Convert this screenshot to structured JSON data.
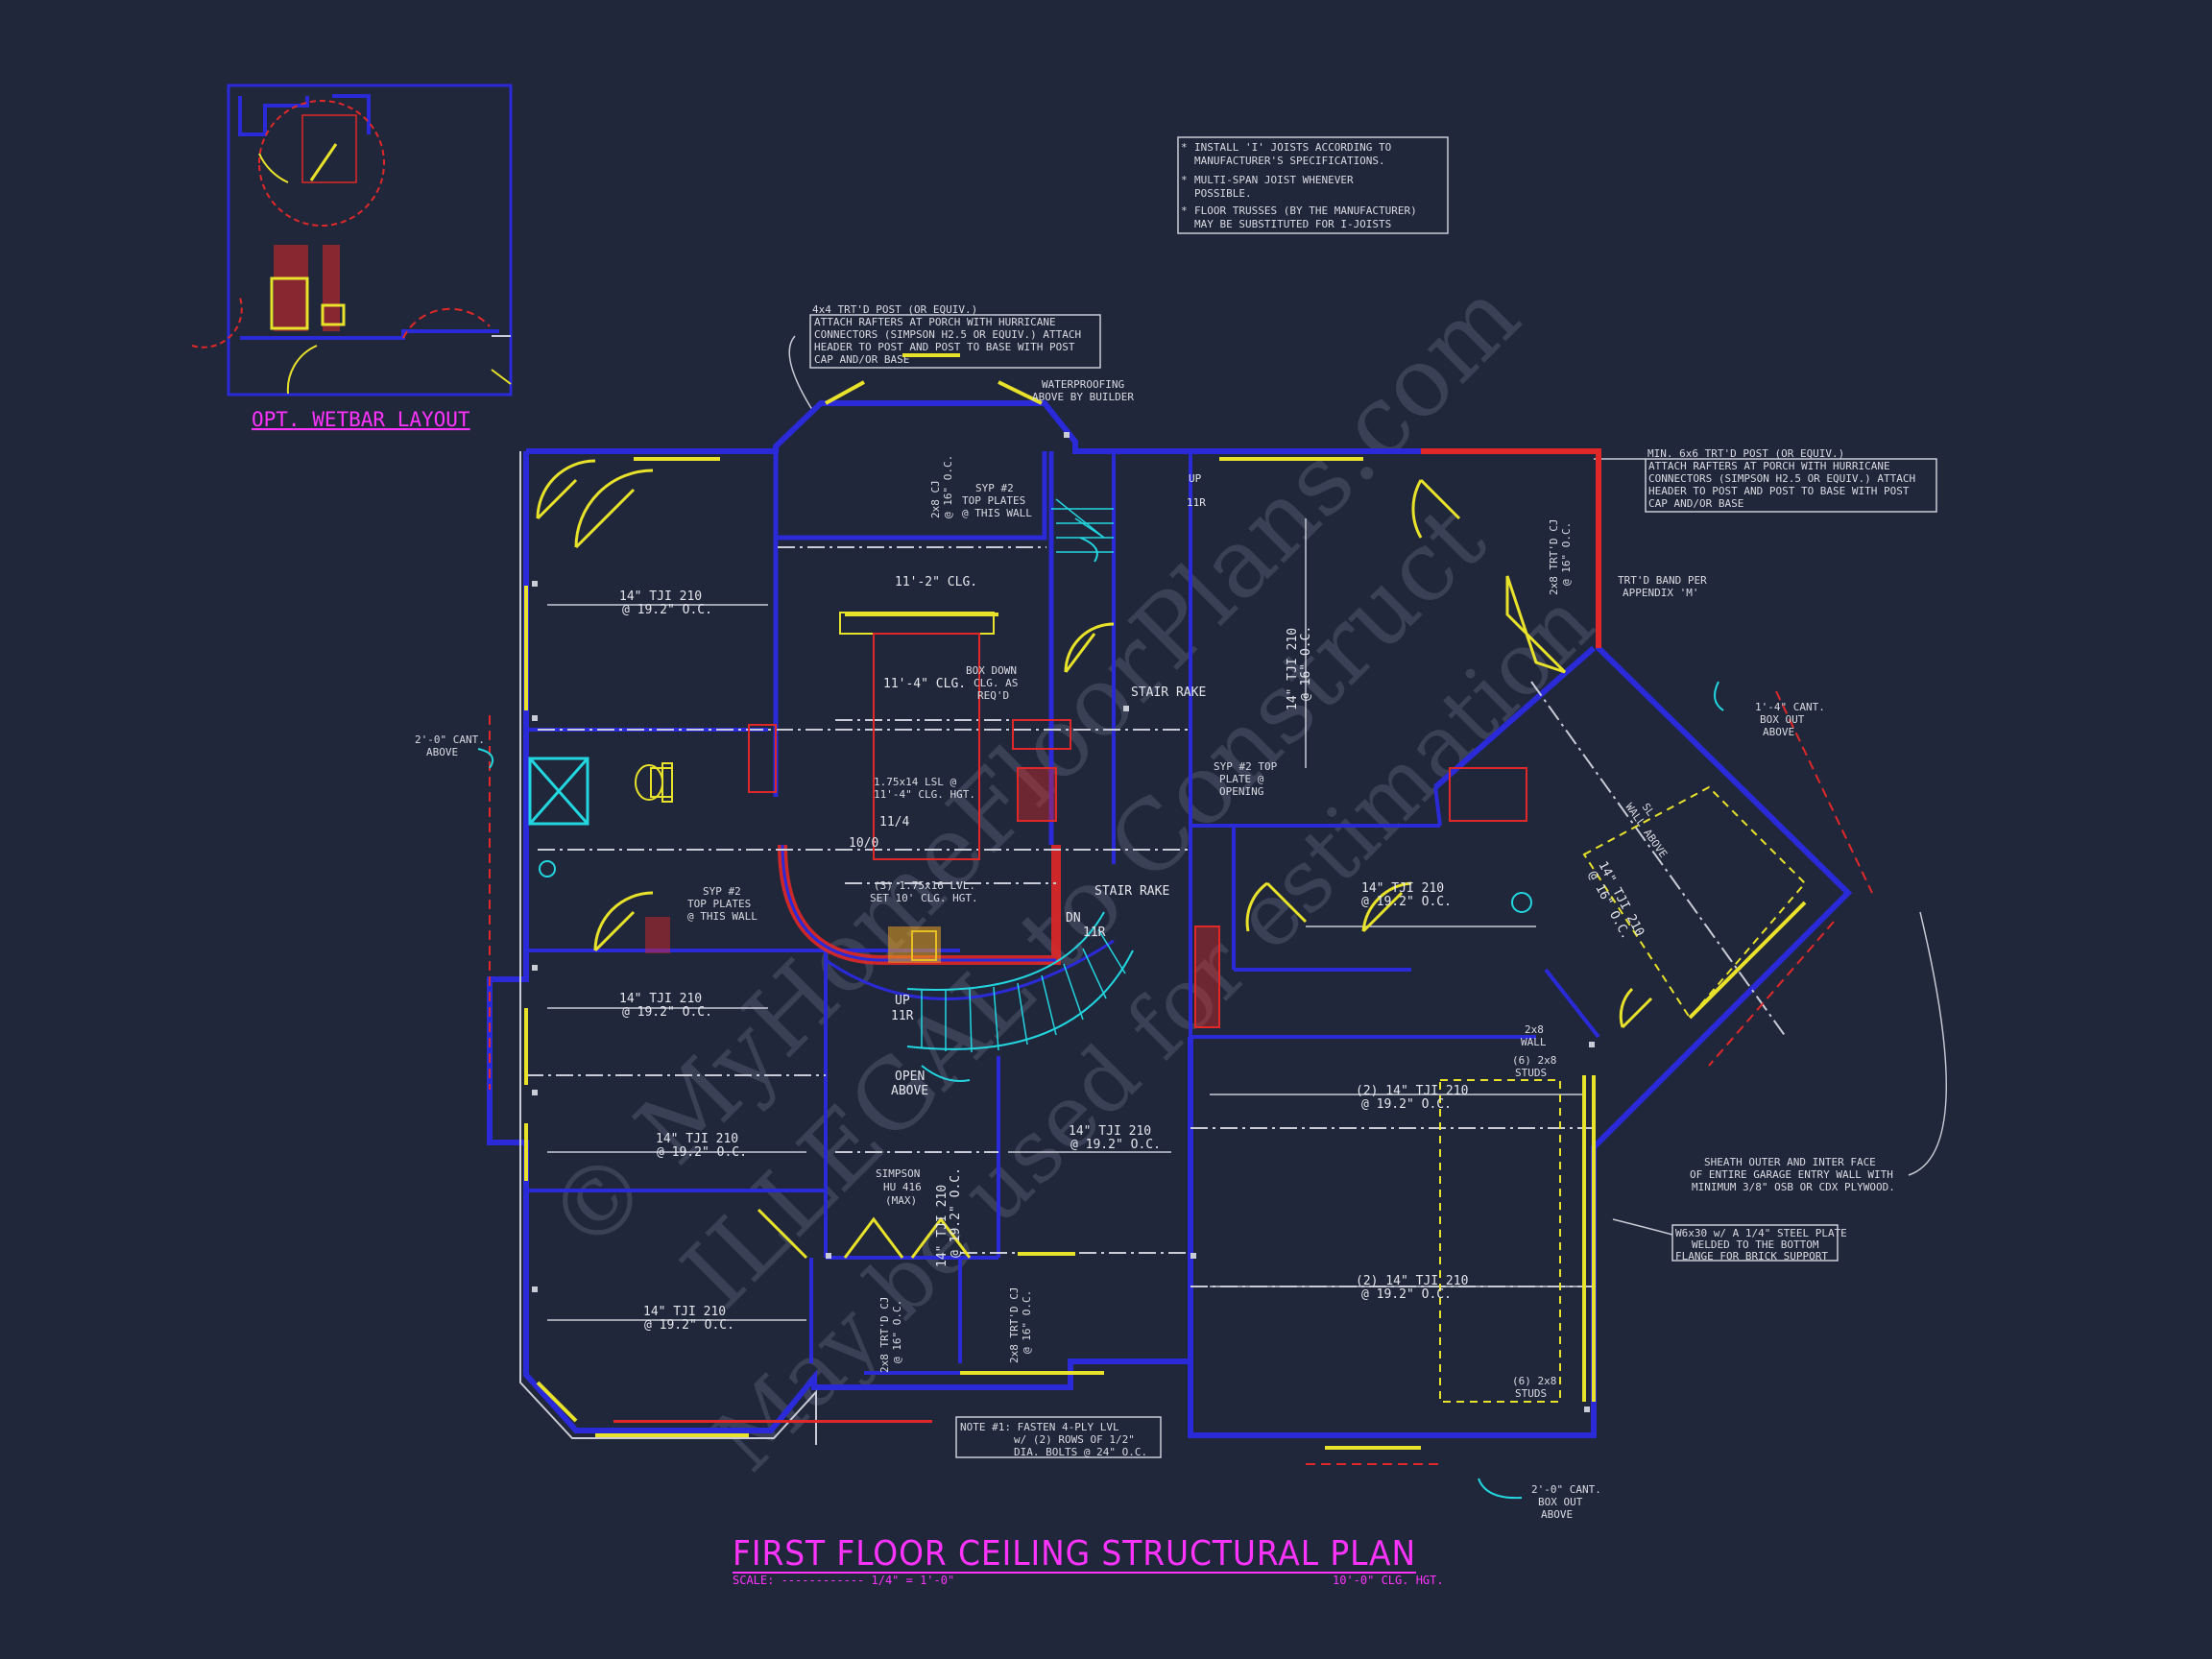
{
  "title": "FIRST FLOOR CEILING STRUCTURAL PLAN",
  "scale_text": "SCALE: ------------ 1/4\" = 1'-0\"",
  "ceiling_height_text": "10'-0\" CLG. HGT.",
  "wetbar_title": "OPT. WETBAR LAYOUT",
  "general_notes": [
    "INSTALL 'I' JOISTS ACCORDING TO",
    "MANUFACTURER'S SPECIFICATIONS.",
    "MULTI-SPAN JOIST WHENEVER",
    "POSSIBLE.",
    "FLOOR TRUSSES (BY THE MANUFACTURER)",
    "MAY BE SUBSTITUTED FOR I-JOISTS"
  ],
  "porch_note_left": [
    "4x4 TRT'D POST (OR EQUIV.)",
    "ATTACH RAFTERS AT PORCH WITH HURRICANE",
    "CONNECTORS (SIMPSON H2.5 OR EQUIV.) ATTACH",
    "HEADER TO POST AND POST TO BASE WITH POST",
    "CAP AND/OR BASE"
  ],
  "porch_note_right": [
    "MIN. 6x6 TRT'D POST (OR EQUIV.)",
    "ATTACH RAFTERS AT PORCH WITH HURRICANE",
    "CONNECTORS (SIMPSON H2.5 OR EQUIV.) ATTACH",
    "HEADER TO POST AND POST TO BASE WITH POST",
    "CAP AND/OR BASE"
  ],
  "note1": [
    "NOTE #1: FASTEN 4-PLY LVL",
    "w/ (2) ROWS OF 1/2\"",
    "DIA. BOLTS @ 24\" O.C."
  ],
  "sheath_note": [
    "SHEATH OUTER AND INTER FACE",
    "OF ENTIRE GARAGE ENTRY WALL WITH",
    "MINIMUM 3/8\" OSB OR CDX PLYWOOD."
  ],
  "steel_note": [
    "W6x30 w/ A 1/4\" STEEL PLATE",
    "WELDED TO THE BOTTOM",
    "FLANGE FOR BRICK SUPPORT"
  ],
  "labels": {
    "waterproofing": [
      "WATERPROOFING",
      "ABOVE BY BUILDER"
    ],
    "trtd_band": [
      "TRT'D BAND PER",
      "APPENDIX 'M'"
    ],
    "cant_right": [
      "1'-4\" CANT.",
      "BOX OUT",
      "ABOVE"
    ],
    "cant_left": [
      "2'-0\" CANT.",
      "ABOVE"
    ],
    "cant_bottom": [
      "2'-0\" CANT.",
      "BOX OUT",
      "ABOVE"
    ],
    "clg_1": "11'-2\" CLG.",
    "clg_2": "11'-4\" CLG.",
    "box_down": [
      "BOX DOWN",
      "CLG. AS",
      "REQ'D"
    ],
    "stair_rake_1": "STAIR RAKE",
    "stair_rake_2": "STAIR RAKE",
    "syp_top_plate": [
      "SYP #2 TOP",
      "PLATE @",
      "OPENING"
    ],
    "syp_top_plates_1": [
      "SYP #2",
      "TOP PLATES",
      "@ THIS WALL"
    ],
    "syp_top_plates_2": [
      "SYP #2",
      "TOP PLATES",
      "@ THIS WALL"
    ],
    "open_above": [
      "OPEN",
      "ABOVE"
    ],
    "up_1": [
      "UP",
      "11R"
    ],
    "up_2": [
      "UP",
      "11R"
    ],
    "dn": [
      "DN",
      "11R"
    ],
    "studs_1": [
      "(6) 2x8",
      "STUDS"
    ],
    "studs_2": [
      "(6) 2x8",
      "STUDS"
    ],
    "wall_2x8": [
      "2x8",
      "WALL"
    ],
    "lvl_1": [
      "(3) 1.75x16 LVL.",
      "SET 10' CLG. HGT."
    ],
    "lsl": [
      "1.75x14 LSL @",
      "11'-4\" CLG. HGT."
    ],
    "simpson": [
      "SIMPSON",
      "HU 416",
      "(MAX)"
    ],
    "wall_above": [
      "SL",
      "WALL ABOVE"
    ],
    "num_1010": "10/0",
    "num_114": "11/4"
  },
  "joist_labels": [
    [
      "14\" TJI 210",
      "@ 19.2\" O.C."
    ],
    [
      "14\" TJI 210",
      "@ 16\" O.C."
    ],
    [
      "14\" TJI 210",
      "@ 19.2\" O.C."
    ],
    [
      "14\" TJI 210",
      "@ 19.2\" O.C."
    ],
    [
      "14\" TJI 210",
      "@ 19.2\" O.C."
    ],
    [
      "14\" TJI 210",
      "@ 19.2\" O.C."
    ],
    [
      "14\" TJI 210",
      "@ 19.2\" O.C."
    ],
    [
      "(2) 14\" TJI 210",
      "@ 19.2\" O.C."
    ],
    [
      "(2) 14\" TJI 210",
      "@ 19.2\" O.C."
    ],
    [
      "14\" TJI 210",
      "@ 16\" O.C."
    ],
    [
      "14\" TJI 210",
      "@ 19.2\" O.C."
    ]
  ],
  "cj_labels": [
    [
      "2x8 TRT'D CJ",
      "@ 16\" O.C."
    ],
    [
      "2x8 TRT'D CJ",
      "@ 16\" O.C."
    ],
    [
      "2x8 TRT'D CJ",
      "@ 16\" O.C."
    ],
    [
      "2x8 CJ",
      "@ 16\" O.C."
    ]
  ],
  "watermarks": [
    "© MyHomeFloorPlans.com",
    "ILLEGAL to Construct",
    "May be used for estimation"
  ],
  "colors": {
    "background": "#21273a",
    "walls": "#2a2ad8",
    "structure": "#e8e22a",
    "headers": "#e02828",
    "stairs": "#22d6e0",
    "title": "#ff33ff"
  }
}
